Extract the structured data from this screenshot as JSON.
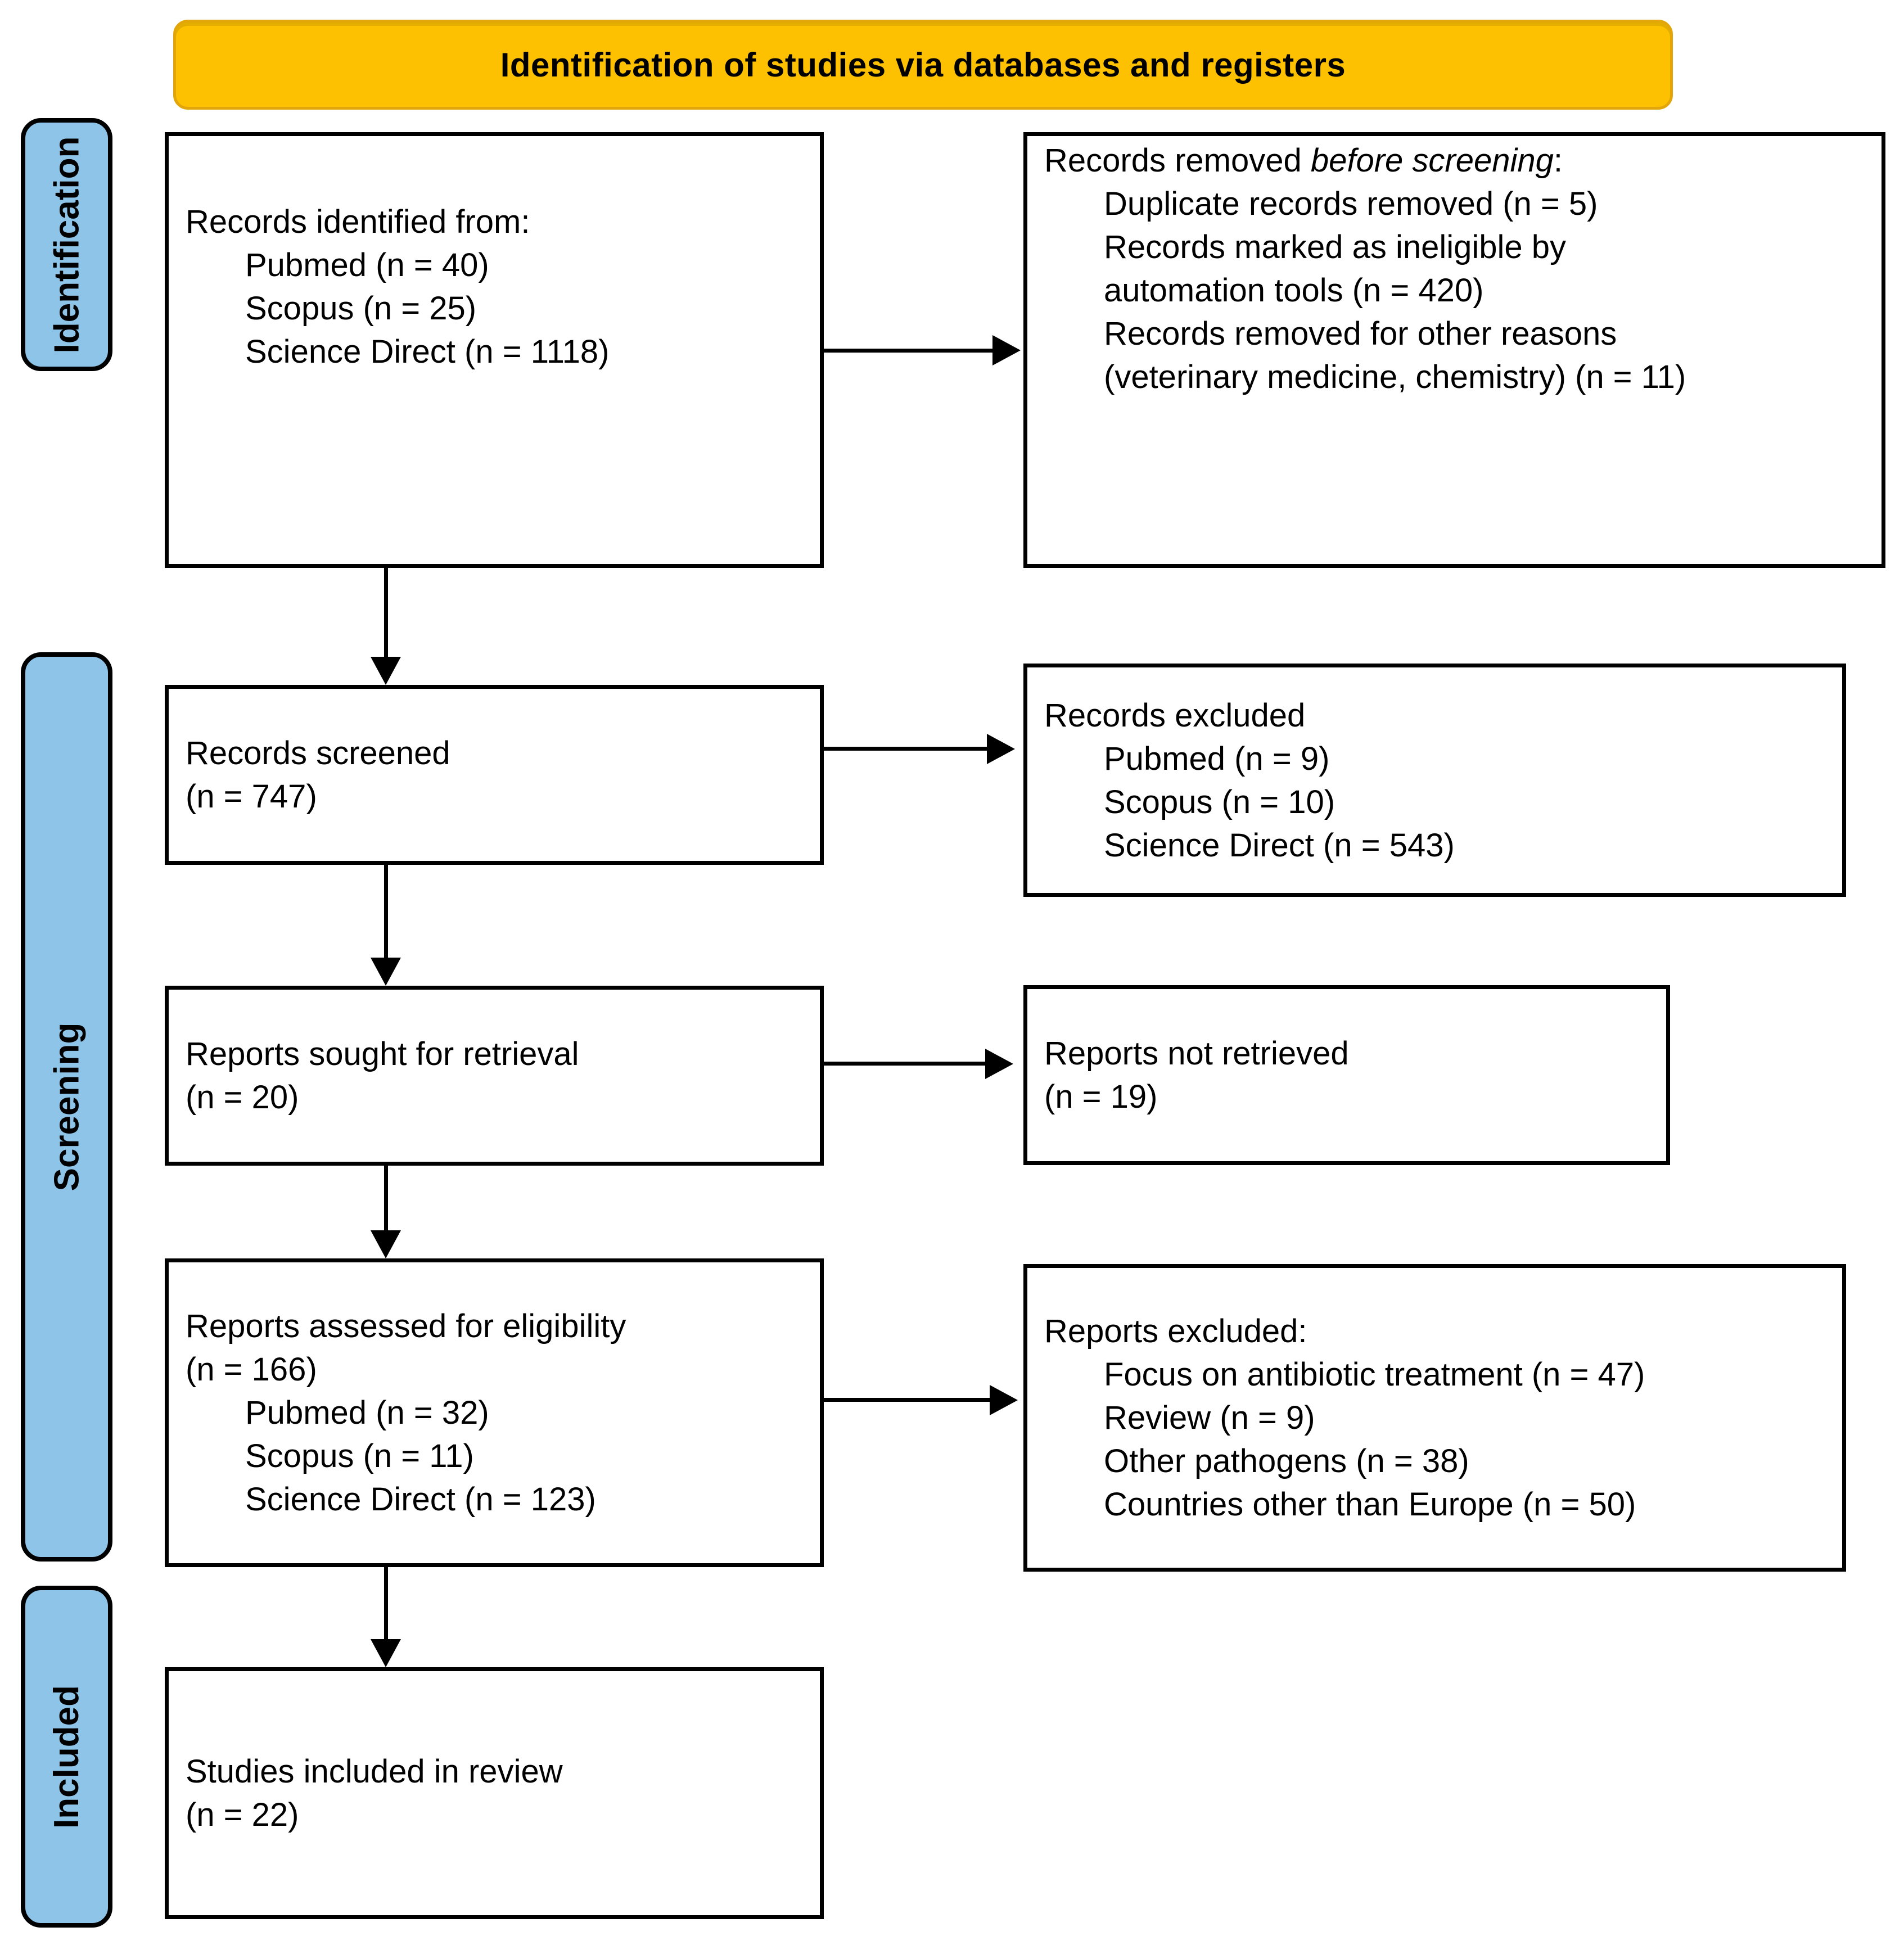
{
  "header": {
    "title": "Identification of studies via databases and registers"
  },
  "sidebar": {
    "identification": "Identification",
    "screening": "Screening",
    "included": "Included"
  },
  "boxes": {
    "records_identified": {
      "title": "Records identified from:",
      "pubmed": "Pubmed (n = 40)",
      "scopus": "Scopus (n = 25)",
      "science_direct": "Science Direct (n = 1118)"
    },
    "records_removed": {
      "title_prefix": "Records removed ",
      "title_italic": "before screening",
      "title_suffix": ":",
      "line1": "Duplicate records removed (n = 5)",
      "line2": "Records marked as ineligible by",
      "line3": "automation tools (n = 420)",
      "line4": "Records removed for other reasons",
      "line5": "(veterinary medicine, chemistry) (n = 11)"
    },
    "records_screened": {
      "title": "Records screened",
      "count": "(n = 747)"
    },
    "records_excluded": {
      "title": "Records excluded",
      "pubmed": "Pubmed (n = 9)",
      "scopus": "Scopus (n = 10)",
      "science_direct": "Science Direct (n = 543)"
    },
    "reports_sought": {
      "title": "Reports sought for retrieval",
      "count": "(n = 20)"
    },
    "reports_not_retrieved": {
      "title": "Reports not retrieved",
      "count": "(n = 19)"
    },
    "reports_assessed": {
      "title": "Reports assessed for eligibility",
      "count": "(n = 166)",
      "pubmed": "Pubmed (n = 32)",
      "scopus": "Scopus (n = 11)",
      "science_direct": "Science Direct (n = 123)"
    },
    "reports_excluded": {
      "title": "Reports excluded:",
      "line1": "Focus on antibiotic treatment (n = 47)",
      "line2": "Review (n = 9)",
      "line3": "Other pathogens (n = 38)",
      "line4": "Countries other than Europe (n = 50)"
    },
    "studies_included": {
      "title": "Studies included in review",
      "count": "(n = 22)"
    }
  },
  "colors": {
    "header_bg": "#FDC101",
    "header_border": "#E2A60A",
    "sidebar_bg": "#8FC4E9",
    "box_bg": "#FFFFFF",
    "box_border": "#000000"
  }
}
